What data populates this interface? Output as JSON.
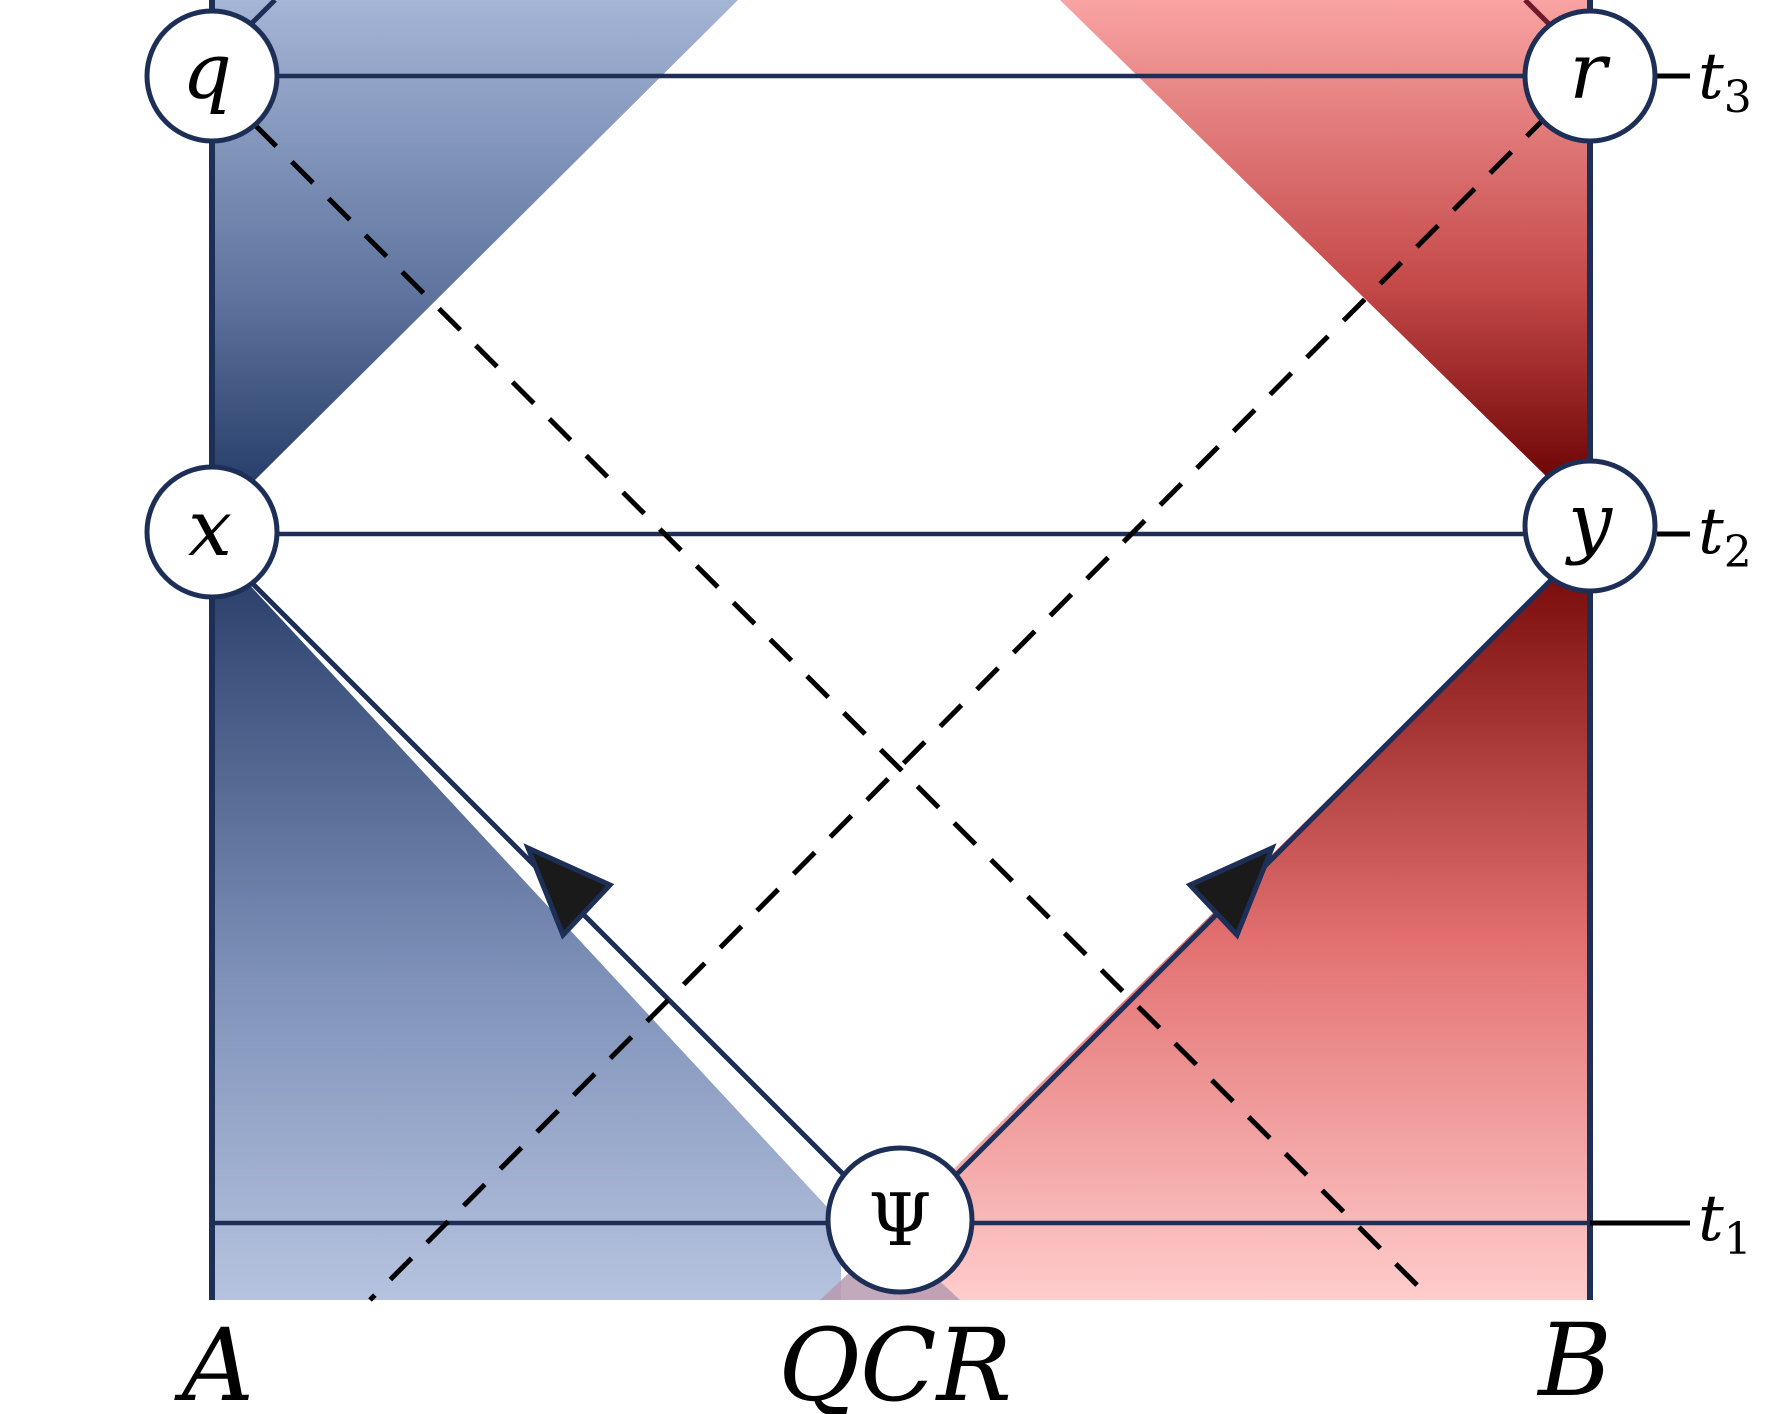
{
  "nodes": {
    "q": "q",
    "r": "r",
    "x": "x",
    "y": "y",
    "psi": "Ψ"
  },
  "time_labels": [
    {
      "id": "t3",
      "base": "t",
      "sub": "3"
    },
    {
      "id": "t2",
      "base": "t",
      "sub": "2"
    },
    {
      "id": "t1",
      "base": "t",
      "sub": "1"
    }
  ],
  "bottom_labels": {
    "left": "A",
    "middle": "QCR",
    "right": "B"
  },
  "colors": {
    "outline": "#1d2f57",
    "blue_light": "#b6c3df",
    "blue_dark": "#2a406b",
    "red_light": "#ffcccc",
    "red_dark": "#7a0c0c",
    "node_fill": "#ffffff"
  }
}
